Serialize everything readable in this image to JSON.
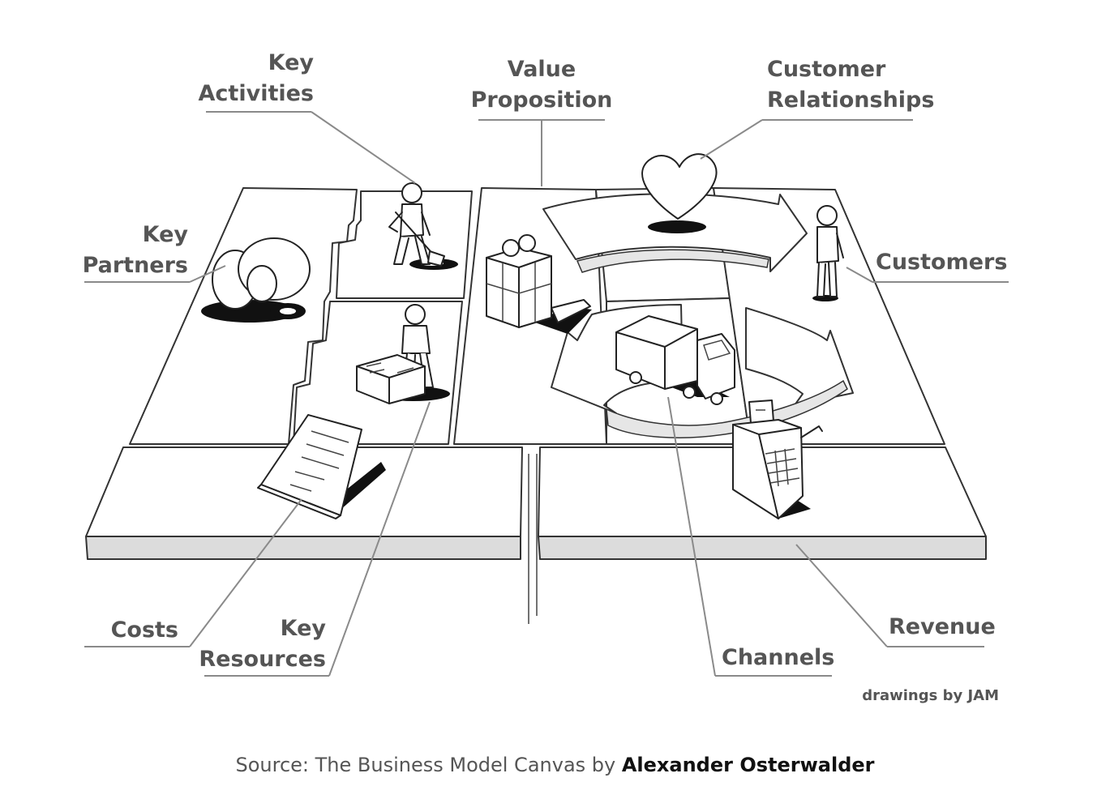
{
  "diagram": {
    "labels": {
      "key_activities": [
        "Key",
        "Activities"
      ],
      "value_proposition": [
        "Value",
        "Proposition"
      ],
      "customer_relationships": [
        "Customer",
        "Relationships"
      ],
      "key_partners": [
        "Key",
        "Partners"
      ],
      "customers": [
        "Customers"
      ],
      "costs": [
        "Costs"
      ],
      "key_resources": [
        "Key",
        "Resources"
      ],
      "channels": [
        "Channels"
      ],
      "revenue": [
        "Revenue"
      ]
    },
    "credit": "drawings by JAM"
  },
  "source": {
    "prefix": "Source: The Business Model Canvas by ",
    "author": "Alexander Osterwalder"
  },
  "icons": [
    "rings-icon",
    "digging-person-icon",
    "worker-with-machine-icon",
    "gift-box-icon",
    "heart-icon",
    "person-icon",
    "truck-icon",
    "cash-register-icon",
    "invoice-document-icon"
  ]
}
